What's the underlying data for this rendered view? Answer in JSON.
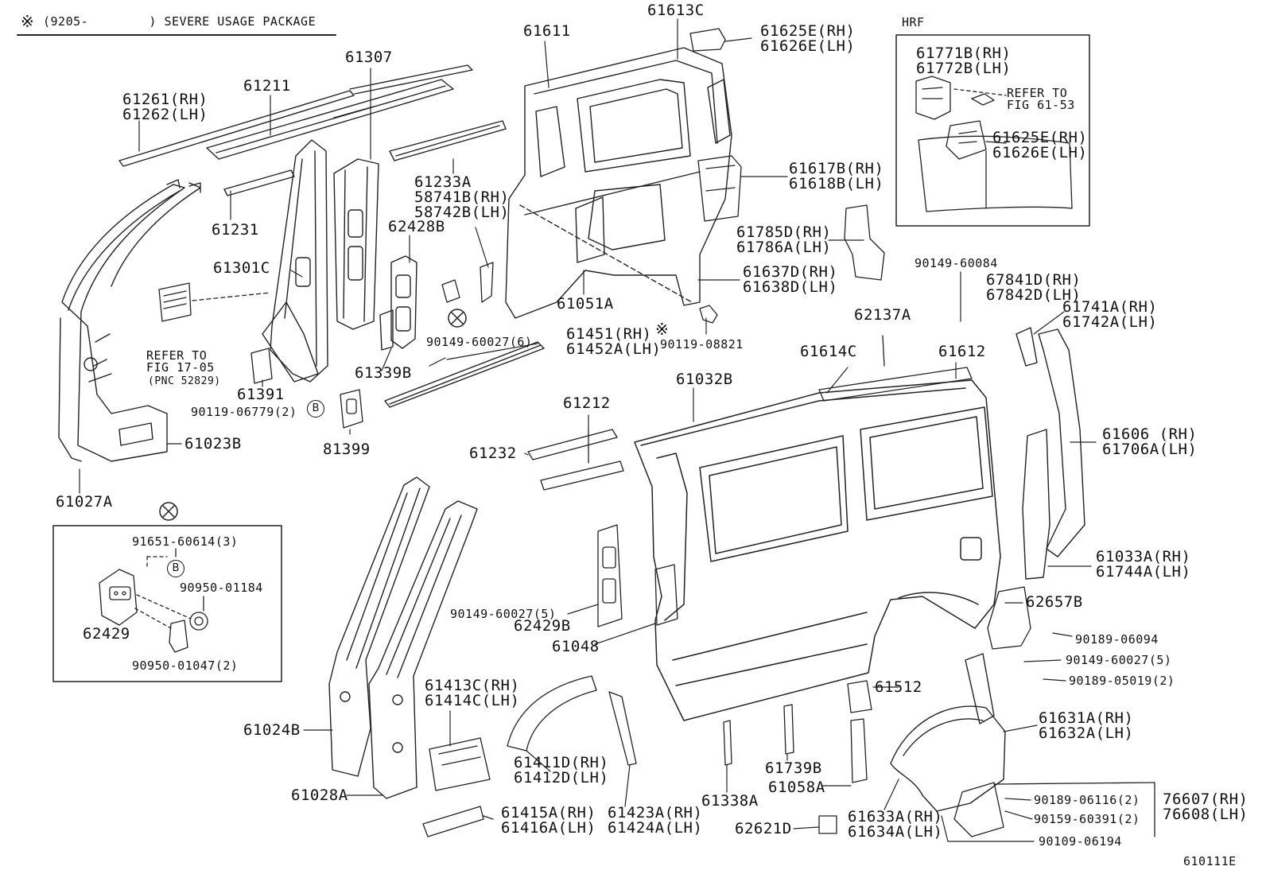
{
  "header": {
    "title": "(9205-        ) SEVERE USAGE PACKAGE",
    "title_mark": "※"
  },
  "hrf_box": {
    "title": "HRF",
    "labels": {
      "l61771": "61771B(RH)\n61772B(LH)",
      "refer_61_53": "REFER TO\nFIG 61-53",
      "l61625_hrf": "61625E(RH)\n61626E(LH)"
    }
  },
  "inset_box": {
    "labels": {
      "l91651": "91651-60614(3)",
      "l90950_01184": "90950-01184",
      "l62429": "62429",
      "l90950_01047": "90950-01047(2)"
    },
    "mark_b": "B"
  },
  "labels": {
    "l61261": "61261(RH)\n61262(LH)",
    "l61211": "61211",
    "l61307": "61307",
    "l61611": "61611",
    "l61613c": "61613C",
    "l61625e": "61625E(RH)\n61626E(LH)",
    "l61231": "61231",
    "l61233a": "61233A\n58741B(RH)\n58742B(LH)",
    "l62428b": "62428B",
    "l61617b": "61617B(RH)\n61618B(LH)",
    "l61785d": "61785D(RH)\n61786A(LH)",
    "l61637d": "61637D(RH)\n61638D(LH)",
    "l61301c": "61301C",
    "l61051a": "61051A",
    "l90149_60084": "90149-60084",
    "l67841d": "67841D(RH)\n67842D(LH)",
    "l61741a": "61741A(RH)\n61742A(LH)",
    "refer_17_05": "REFER TO\nFIG 17-05",
    "pnc": "(PNC 52829)",
    "l90149_60027_6": "90149-60027(6)",
    "l61451": "61451(RH)\n61452A(LH)",
    "l90119_08821": "90119-08821",
    "l62137a": "62137A",
    "l61614c": "61614C",
    "l61612": "61612",
    "l61339b": "61339B",
    "l61391": "61391",
    "l90119_06779": "90119-06779(2)",
    "mark_b": "B",
    "l81399": "81399",
    "l61032b": "61032B",
    "l61212": "61212",
    "l61023b": "61023B",
    "l61232": "61232",
    "l61606": "61606 (RH)\n61706A(LH)",
    "l61027a": "61027A",
    "l61033a": "61033A(RH)\n61744A(LH)",
    "l62657b": "62657B",
    "l90149_60027_5a": "90149-60027(5)",
    "l62429b": "62429B",
    "l61048": "61048",
    "l90189_06094": "90189-06094",
    "l90149_60027_5b": "90149-60027(5)",
    "l90189_05019": "90189-05019(2)",
    "l61512": "61512",
    "l61413c": "61413C(RH)\n61414C(LH)",
    "l61631a": "61631A(RH)\n61632A(LH)",
    "l61024b": "61024B",
    "l61411d": "61411D(RH)\n61412D(LH)",
    "l61739b": "61739B",
    "l61058a": "61058A",
    "l61028a": "61028A",
    "l61338a": "61338A",
    "l90189_06116": "90189-06116(2)",
    "l76607": "76607(RH)\n76608(LH)",
    "l90159_60391": "90159-60391(2)",
    "l61415a": "61415A(RH)\n61416A(LH)",
    "l61423a": "61423A(RH)\n61424A(LH)",
    "l62621d": "62621D",
    "l61633a": "61633A(RH)\n61634A(LH)",
    "l90109_06194": "90109-06194",
    "fig_code": "610111E"
  },
  "marks": {
    "asterisk": "※"
  }
}
